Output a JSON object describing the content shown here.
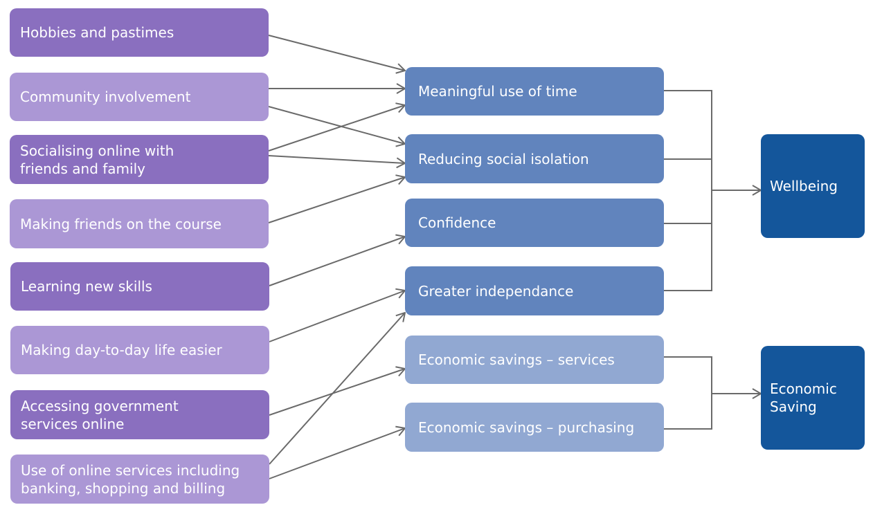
{
  "colors": {
    "activity_dark": "#8a6fbf",
    "activity_light": "#ab97d5",
    "outcome": "#6184bd",
    "outcome_economic": "#91a8d2",
    "impact": "#14569b",
    "connector": "#6a6a6a"
  },
  "activities": [
    {
      "label": "Hobbies and pastimes",
      "shade": "dark"
    },
    {
      "label": "Community involvement",
      "shade": "light"
    },
    {
      "label": "Socialising online with\nfriends and family",
      "shade": "dark"
    },
    {
      "label": "Making friends on the course",
      "shade": "light"
    },
    {
      "label": "Learning new skills",
      "shade": "dark"
    },
    {
      "label": "Making day-to-day life easier",
      "shade": "light"
    },
    {
      "label": "Accessing government\nservices online",
      "shade": "dark"
    },
    {
      "label": "Use of online services including\nbanking, shopping and billing",
      "shade": "light"
    }
  ],
  "outcomes": [
    {
      "label": "Meaningful use of time",
      "group": "wellbeing"
    },
    {
      "label": "Reducing social isolation",
      "group": "wellbeing"
    },
    {
      "label": "Confidence",
      "group": "wellbeing"
    },
    {
      "label": "Greater independance",
      "group": "wellbeing"
    },
    {
      "label": "Economic savings – services",
      "group": "economic"
    },
    {
      "label": "Economic savings – purchasing",
      "group": "economic"
    }
  ],
  "impacts": [
    {
      "label": "Wellbeing"
    },
    {
      "label": "Economic\nSaving"
    }
  ],
  "links": [
    {
      "from": 0,
      "to": 0
    },
    {
      "from": 1,
      "to": 0
    },
    {
      "from": 1,
      "to": 1
    },
    {
      "from": 2,
      "to": 0
    },
    {
      "from": 2,
      "to": 1
    },
    {
      "from": 3,
      "to": 1
    },
    {
      "from": 4,
      "to": 2
    },
    {
      "from": 5,
      "to": 3
    },
    {
      "from": 6,
      "to": 4
    },
    {
      "from": 7,
      "to": 3
    },
    {
      "from": 7,
      "to": 5
    }
  ],
  "groups": [
    {
      "outcomes": [
        0,
        1,
        2,
        3
      ],
      "impact": 0
    },
    {
      "outcomes": [
        4,
        5
      ],
      "impact": 1
    }
  ]
}
